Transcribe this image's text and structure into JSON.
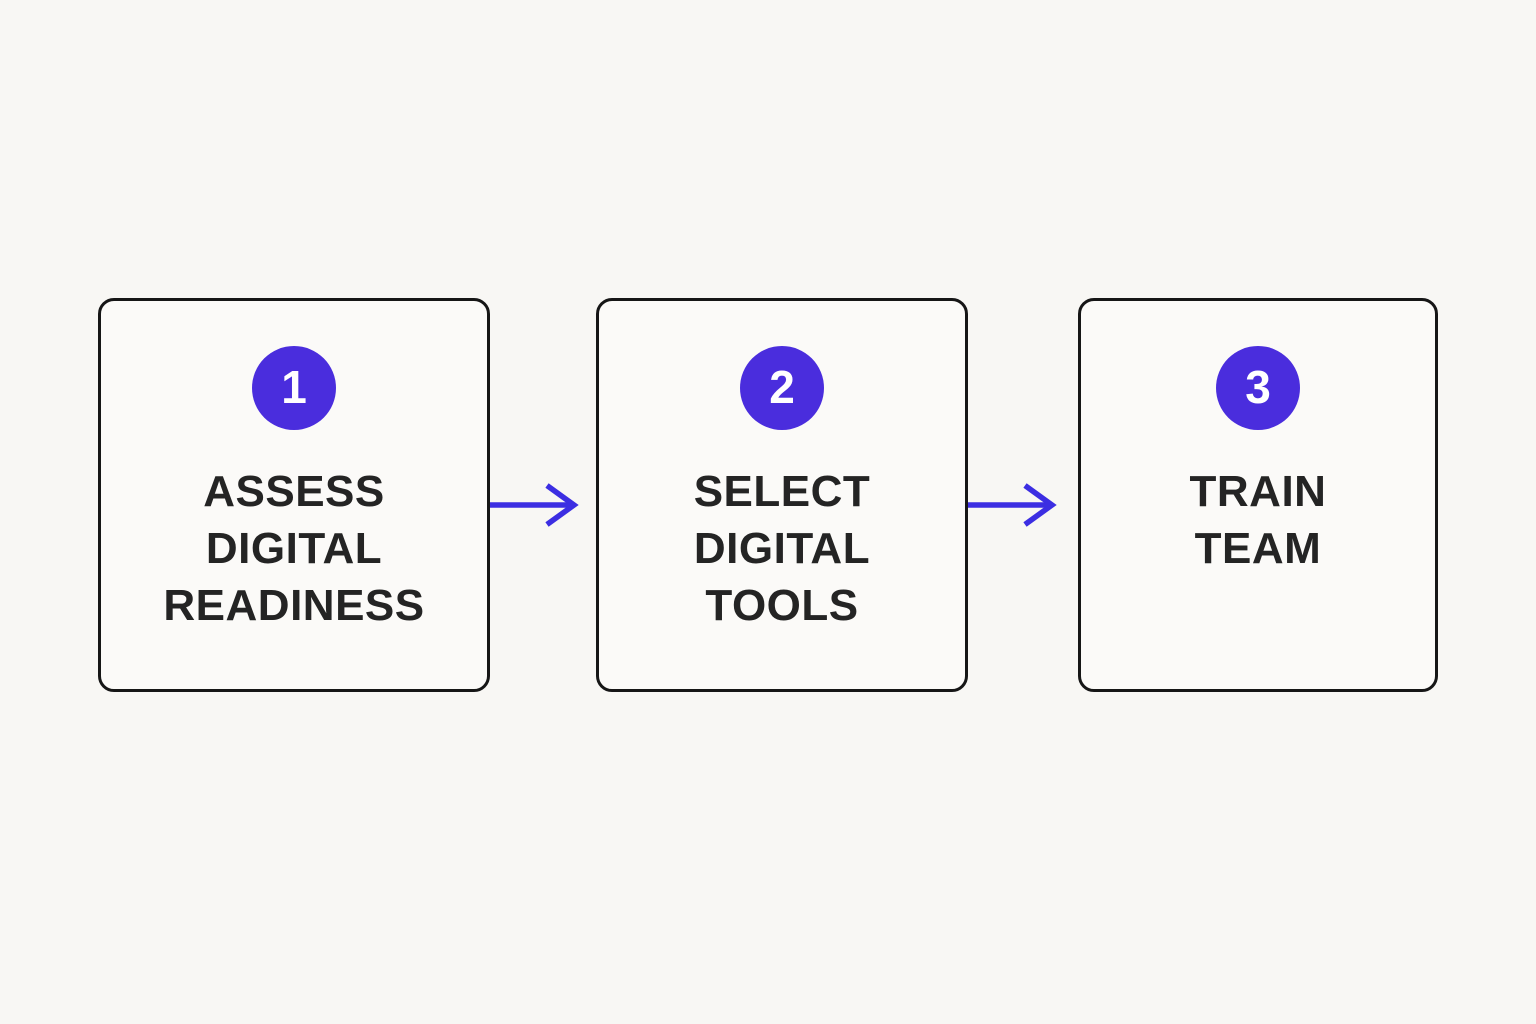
{
  "diagram": {
    "type": "process-flow",
    "direction": "left-to-right",
    "steps": [
      {
        "number": "1",
        "title": "ASSESS\nDIGITAL\nREADINESS"
      },
      {
        "number": "2",
        "title": "SELECT\nDIGITAL\nTOOLS"
      },
      {
        "number": "3",
        "title": "TRAIN\nTEAM"
      }
    ],
    "connectors": [
      {
        "from": "1",
        "to": "2",
        "style": "arrow-right"
      },
      {
        "from": "2",
        "to": "3",
        "style": "arrow-right"
      }
    ]
  },
  "colors": {
    "bg": "#f8f7f4",
    "box-bg": "#fbfaf8",
    "box-border": "#161616",
    "accent": "#4a2ddd",
    "arrow": "#3c2ee2",
    "text": "#242424"
  }
}
